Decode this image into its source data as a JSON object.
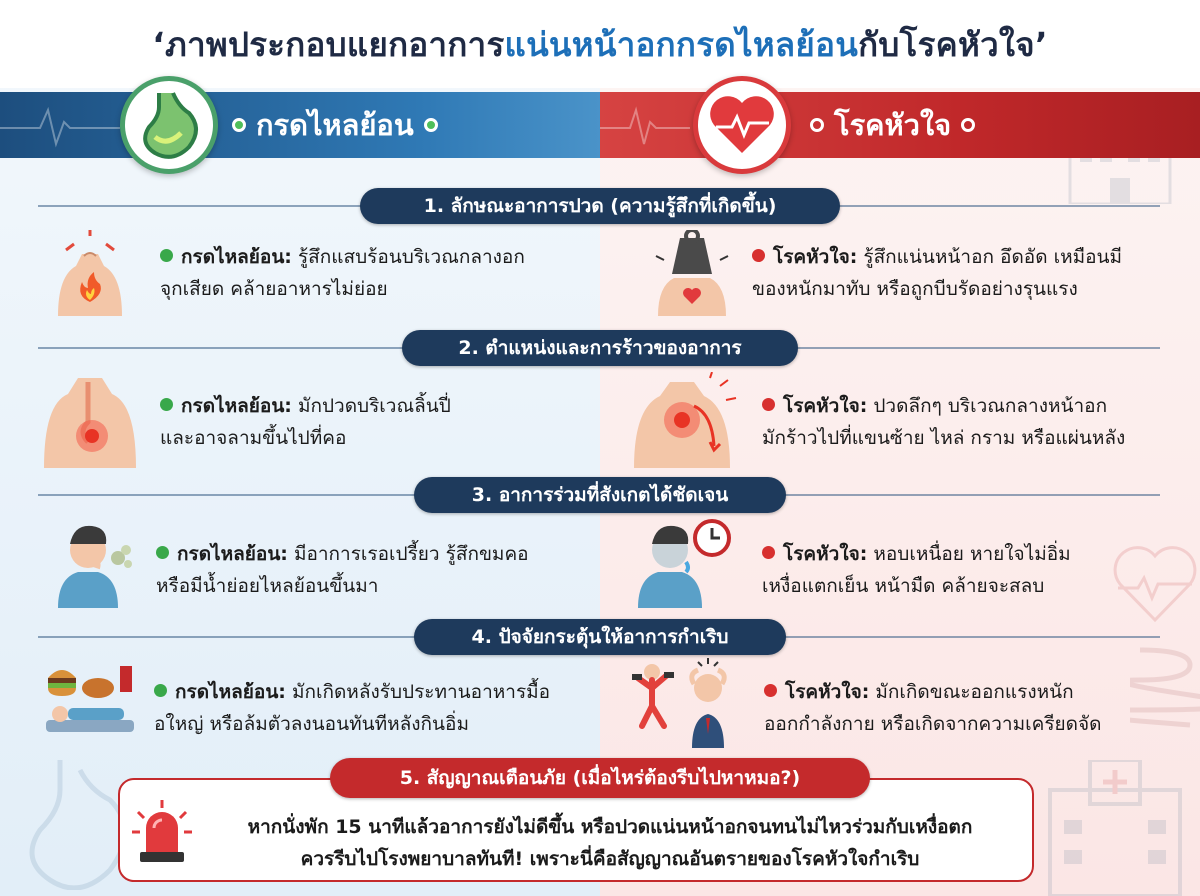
{
  "title": {
    "part1": "‘ภาพประกอบแยกอาการ",
    "highlight": "แน่นหน้าอกกรดไหลย้อน",
    "part2": "กับโรคหัวใจ’"
  },
  "left_header": {
    "label": "กรดไหลย้อน"
  },
  "right_header": {
    "label": "โรคหัวใจ"
  },
  "sections": [
    {
      "heading": "1. ลักษณะอาการปวด (ความรู้สึกที่เกิดขึ้น)",
      "left": {
        "term": "กรดไหลย้อน:",
        "line1": " รู้สึกแสบร้อนบริเวณกลางอก",
        "line2": "จุกเสียด คล้ายอาหารไม่ย่อย"
      },
      "right": {
        "term": "โรคหัวใจ:",
        "line1": " รู้สึกแน่นหน้าอก อึดอัด เหมือนมี",
        "line2": "ของหนักมาทับ หรือถูกบีบรัดอย่างรุนแรง"
      }
    },
    {
      "heading": "2. ตำแหน่งและการร้าวของอาการ",
      "left": {
        "term": "กรดไหลย้อน:",
        "line1": " มักปวดบริเวณลิ้นปี่",
        "line2": "และอาจลามขึ้นไปที่คอ"
      },
      "right": {
        "term": "โรคหัวใจ:",
        "line1": " ปวดลึกๆ บริเวณกลางหน้าอก",
        "line2": "มักร้าวไปที่แขนซ้าย ไหล่ กราม หรือแผ่นหลัง"
      }
    },
    {
      "heading": "3. อาการร่วมที่สังเกตได้ชัดเจน",
      "left": {
        "term": "กรดไหลย้อน:",
        "line1": " มีอาการเรอเปรี้ยว รู้สึกขมคอ",
        "line2": "หรือมีน้ำย่อยไหลย้อนขึ้นมา"
      },
      "right": {
        "term": "โรคหัวใจ:",
        "line1": " หอบเหนื่อย หายใจไม่อิ่ม",
        "line2": "เหงื่อแตกเย็น หน้ามืด คล้ายจะสลบ"
      }
    },
    {
      "heading": "4. ปัจจัยกระตุ้นให้อาการกำเริบ",
      "left": {
        "term": "กรดไหลย้อน:",
        "line1": " มักเกิดหลังรับประทานอาหารมื้อ",
        "line2": "อใหญ่ หรือล้มตัวลงนอนทันทีหลังกินอิ่ม"
      },
      "right": {
        "term": "โรคหัวใจ:",
        "line1": " มักเกิดขณะออกแรงหนัก",
        "line2": "ออกกำลังกาย หรือเกิดจากความเครียดจัด"
      }
    }
  ],
  "warning": {
    "heading": "5. สัญญาณเตือนภัย (เมื่อไหร่ต้องรีบไปหาหมอ?)",
    "line1": "หากนั่งพัก 15 นาทีแล้วอาการยังไม่ดีขึ้น หรือปวดแน่นหน้าอกจนทนไม่ไหวร่วมกับเหงื่อตก",
    "line2": "ควรรีบไปโรงพยาบาลทันที! เพราะนี่คือสัญญาณอันตรายของโรคหัวใจกำเริบ"
  },
  "colors": {
    "left_band": "#2f79b5",
    "right_band": "#c0282a",
    "pill": "#1e3a5c",
    "warning": "#c42a2c",
    "green_bullet": "#39a84a",
    "red_bullet": "#d7302f"
  },
  "icons": {
    "left_emblem": "stomach-icon",
    "right_emblem": "heart-pulse-icon",
    "alarm": "siren-icon"
  }
}
